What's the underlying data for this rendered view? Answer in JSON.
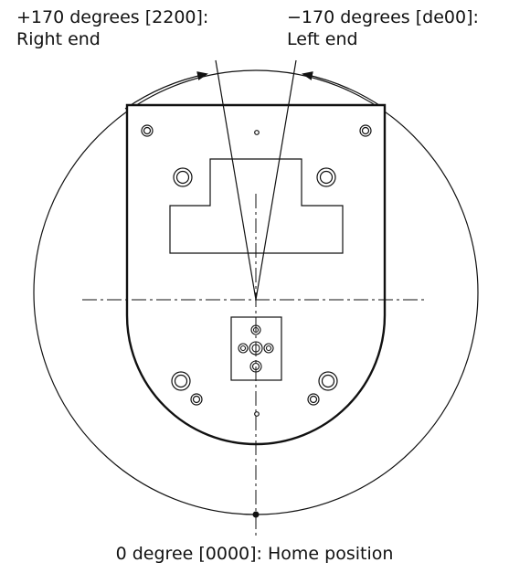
{
  "labels": {
    "right_end": {
      "line1": "+170 degrees [2200]:",
      "line2": "Right end"
    },
    "left_end": {
      "line1": "−170 degrees [de00]:",
      "line2": "Left end"
    },
    "home": "0 degree [0000]: Home position"
  },
  "colors": {
    "line": "#111111",
    "background": "#ffffff"
  }
}
